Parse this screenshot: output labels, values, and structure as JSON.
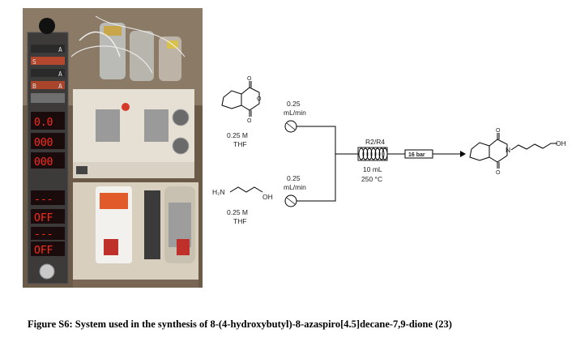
{
  "photo": {
    "led_displays": [
      "0.0",
      "000",
      "000",
      "---",
      "OFF",
      "---",
      "OFF"
    ],
    "button_letters": [
      "A",
      "S",
      "A",
      "B",
      "A"
    ]
  },
  "scheme": {
    "reagent_top": {
      "conc": "0.25 M",
      "solvent": "THF"
    },
    "flow_top": {
      "value": "0.25",
      "unit": "mL/min"
    },
    "reagent_bottom": {
      "formula_h2n": "H₂N",
      "formula_oh": "OH",
      "conc": "0.25 M",
      "solvent": "THF"
    },
    "flow_bottom": {
      "value": "0.25",
      "unit": "mL/min"
    },
    "reactor": {
      "label": "R2/R4",
      "volume": "10 mL",
      "temperature": "250 °C"
    },
    "bpr": "16 bar",
    "product": {
      "n_label": "N",
      "oh_label": "OH"
    }
  },
  "caption": "Figure S6: System used in the synthesis of 8-(4-hydroxybutyl)-8-azaspiro[4.5]decane-7,9-dione (23)"
}
